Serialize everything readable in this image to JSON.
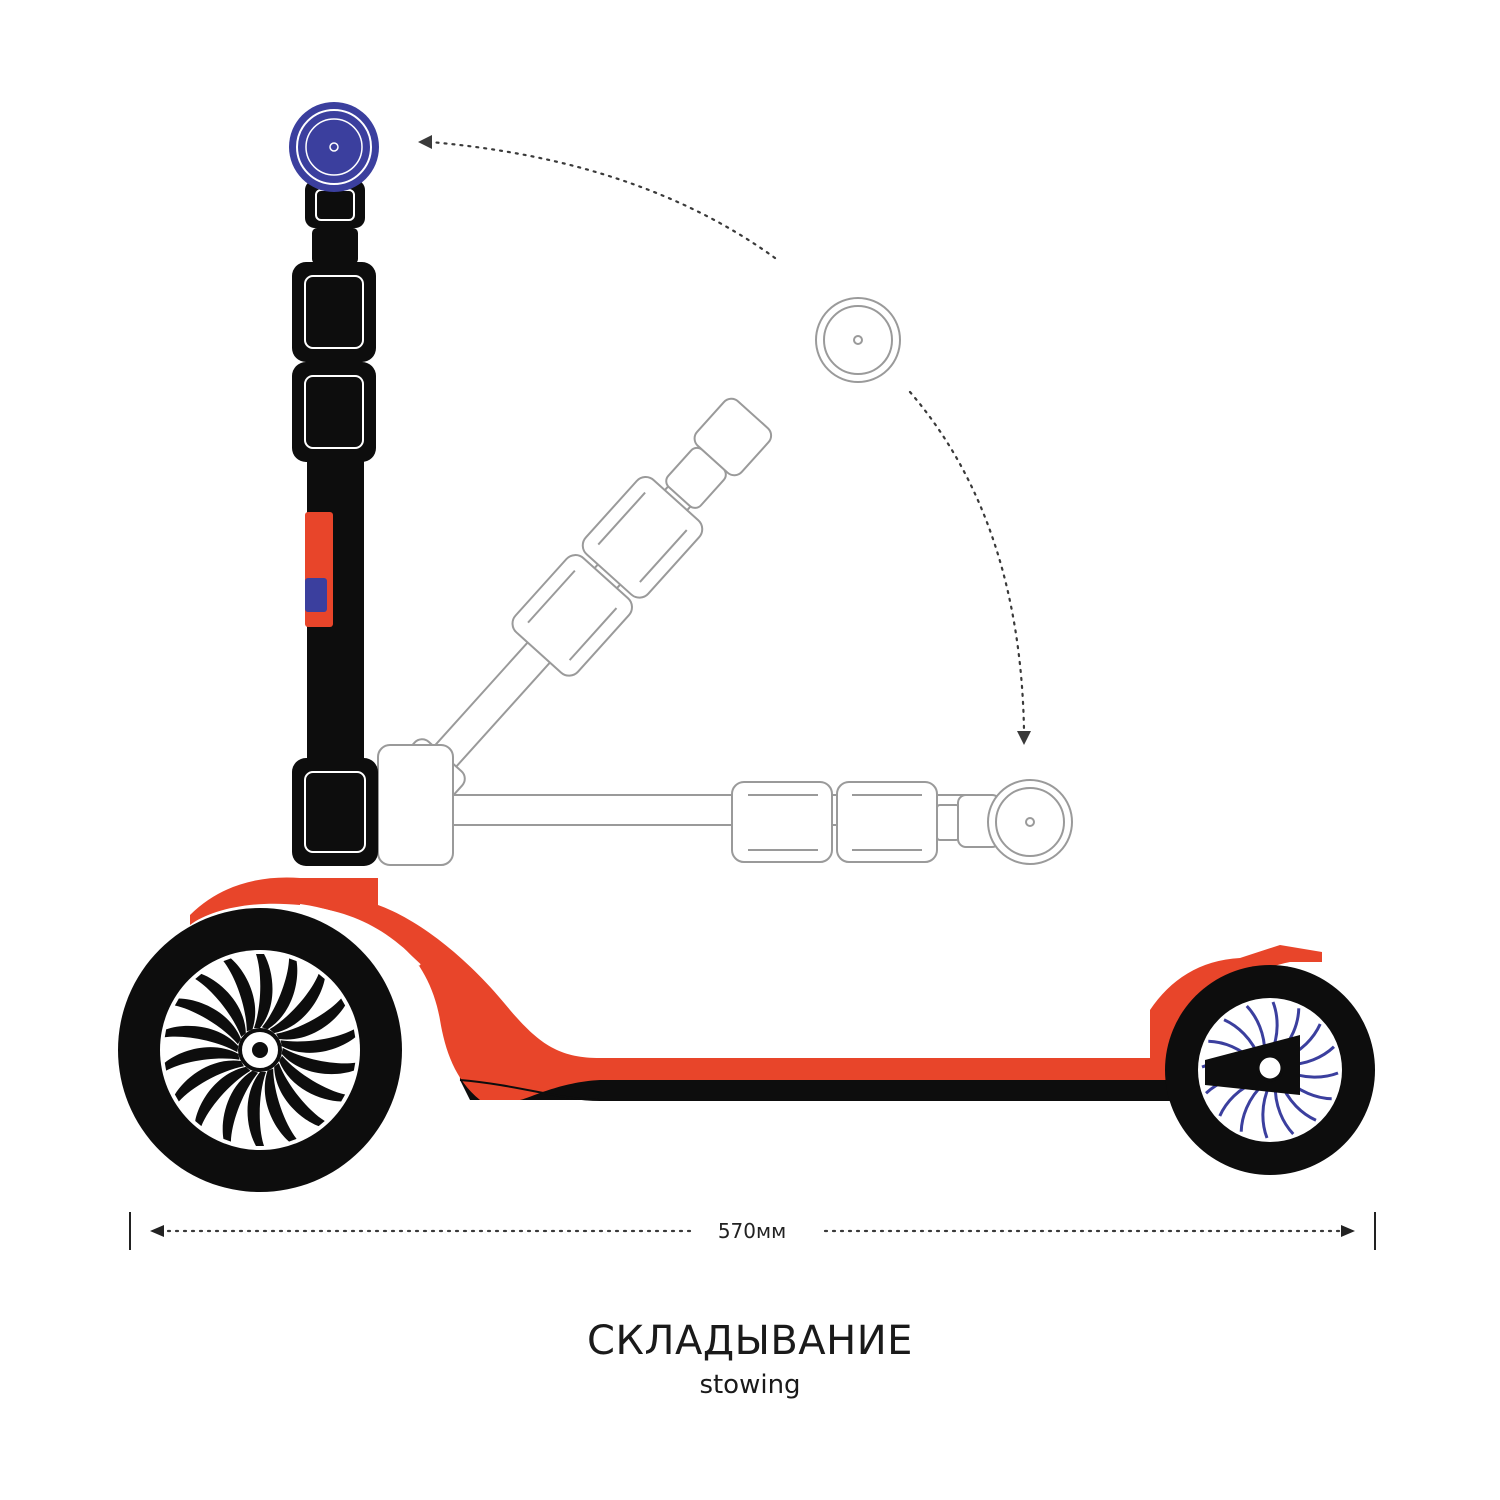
{
  "title": "СКЛАДЫВАНИЕ",
  "subtitle": "stowing",
  "dimension": {
    "length_label": "570мм"
  },
  "colors": {
    "accent": "#e8452a",
    "frame": "#0d0d0d",
    "grip_blue": "#3b3f9e",
    "outline_gray": "#9a9a9a"
  }
}
